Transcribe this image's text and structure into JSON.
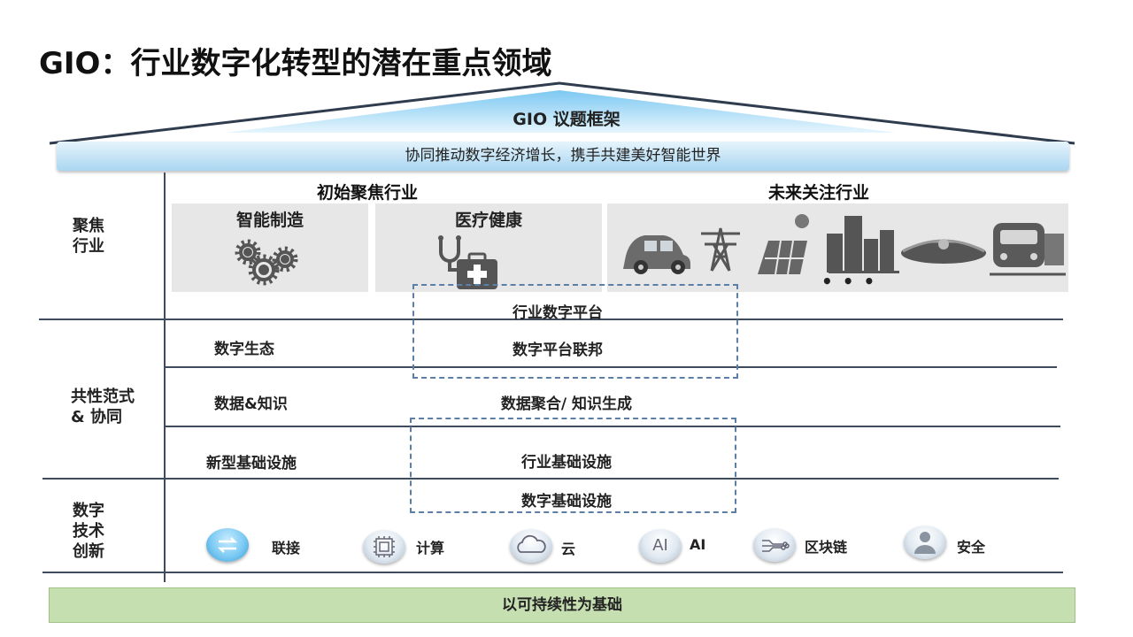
{
  "title": "GIO：行业数字化转型的潜在重点领域",
  "roof": {
    "label": "GIO 议题框架"
  },
  "banner": {
    "text": "协同推动数字经济增长，携手共建美好智能世界"
  },
  "left_labels": {
    "focus": "聚焦\n行业",
    "paradigm": "共性范式\n& 协同",
    "tech": "数字\n技术\n创新"
  },
  "industries": {
    "initial_title": "初始聚焦行业",
    "future_title": "未来关注行业",
    "manufacturing": "智能制造",
    "health": "医疗健康",
    "ellipsis": "• • •"
  },
  "rows": {
    "platform": "行业数字平台",
    "eco_label": "数字生态",
    "eco_center": "数字平台联邦",
    "data_label": "数据&知识",
    "data_center": "数据聚合/ 知识生成",
    "infra_label": "新型基础设施",
    "infra_center": "行业基础设施",
    "digital_infra": "数字基础设施"
  },
  "tech": [
    {
      "label": "联接",
      "icon": "connect-arrows-icon"
    },
    {
      "label": "计算",
      "icon": "chip-icon"
    },
    {
      "label": "云",
      "icon": "cloud-icon"
    },
    {
      "label": "AI",
      "icon": "ai-icon",
      "glyph": "AI"
    },
    {
      "label": "区块链",
      "icon": "blockchain-icon"
    },
    {
      "label": "安全",
      "icon": "user-shield-icon"
    }
  ],
  "footer": {
    "text": "以可持续性为基础"
  },
  "colors": {
    "banner": "#a9d6f1",
    "footer": "#c6dfb1",
    "dash": "#5c7fa8",
    "lines": "#3d4b5c",
    "panel": "#e7e7e7"
  }
}
